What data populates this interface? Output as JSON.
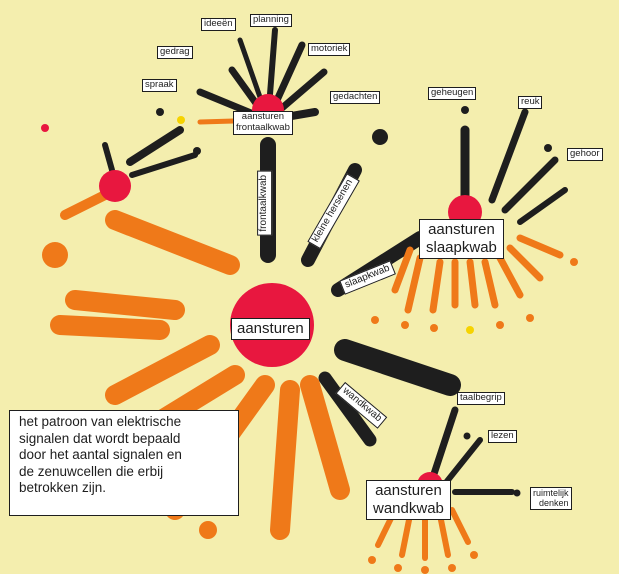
{
  "colors": {
    "background": "#f4eeae",
    "node": "#e8173f",
    "dark": "#1e1e1e",
    "orange": "#ef7919",
    "yellow": "#f6d300"
  },
  "labels": {
    "ideeen": "ideeën",
    "planning": "planning",
    "gedrag": "gedrag",
    "motoriek": "motoriek",
    "spraak": "spraak",
    "gedachten": "gedachten",
    "aansturen_frontaalkwab": "aansturen\nfrontaalkwab",
    "frontaalkwab": "frontaalkwab",
    "kleine_hersenen": "kleine hersenen",
    "geheugen": "geheugen",
    "reuk": "reuk",
    "gehoor": "gehoor",
    "aansturen_slaapkwab": "aansturen\nslaapkwab",
    "slaapkwab": "slaapkwab",
    "aansturen": "aansturen",
    "wandkwab": "wandkwab",
    "taalbegrip": "taalbegrip",
    "lezen": "lezen",
    "aansturen_wandkwab": "aansturen\nwandkwab",
    "ruimtelijk_denken": "ruimtelijk\ndenken"
  },
  "note": "het patroon van elektrische\nsignalen dat wordt bepaald\ndoor het aantal signalen en\nde zenuwcellen die erbij\nbetrokken zijn."
}
